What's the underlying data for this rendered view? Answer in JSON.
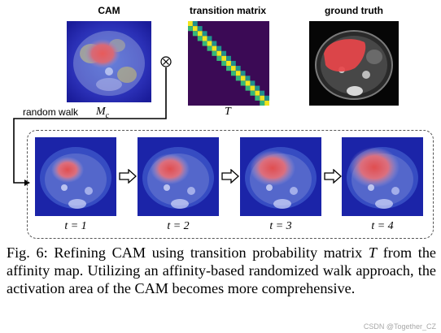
{
  "figure": {
    "top_row": {
      "cam_title": "CAM",
      "matrix_title": "transition matrix",
      "gt_title": "ground truth",
      "cam_symbol": "M_c",
      "matrix_symbol": "T",
      "operator_icon": "multiply-circle-icon"
    },
    "random_walk_label": "random walk",
    "steps": [
      {
        "label": "t = 1"
      },
      {
        "label": "t = 2"
      },
      {
        "label": "t = 3"
      },
      {
        "label": "t = 4"
      }
    ],
    "step_arrow_icon": "hollow-right-arrow-icon",
    "colors": {
      "cam_blue": "#1b24a8",
      "activation_red": "#e05858",
      "matrix_background": "#3b0a55",
      "matrix_diagonal_yellow": "#f2e51d",
      "matrix_diagonal_teal": "#21908c",
      "ground_truth_red": "#e8454a"
    }
  },
  "caption": {
    "fig_label": "Fig. 6:",
    "text_before_symbol": "Refining CAM using transition probability matrix",
    "symbol": "T",
    "text_after_symbol": "from the affinity map. Utilizing an affinity-based randomized walk approach, the activation area of the CAM becomes more comprehensive."
  },
  "watermark": "CSDN @Together_CZ"
}
